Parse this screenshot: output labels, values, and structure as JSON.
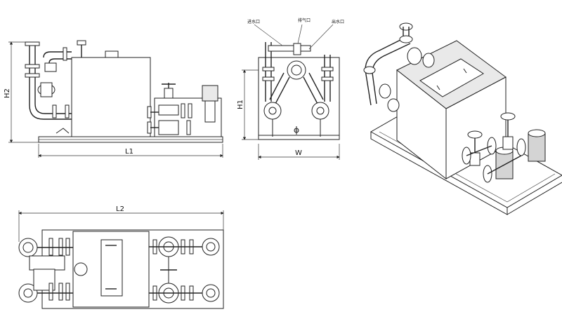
{
  "dimensions": {
    "l1": "L1",
    "l2": "L2",
    "h1": "H1",
    "h2": "H2",
    "w": "W"
  },
  "side_view_callouts": {
    "inlet": "进水口",
    "vent": "排气口",
    "outlet": "出水口"
  },
  "colors": {
    "line": "#222222",
    "panel": "#e9e9e9",
    "background": "#ffffff"
  }
}
